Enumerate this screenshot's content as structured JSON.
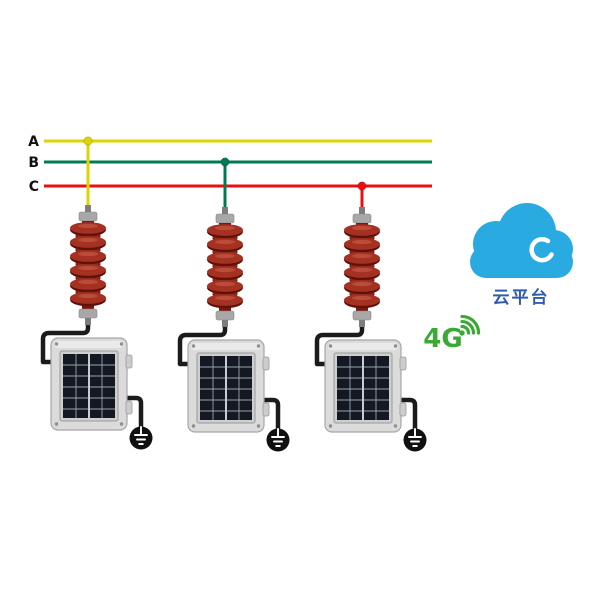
{
  "phases": [
    {
      "label": "A",
      "color": "#ddd400"
    },
    {
      "label": "B",
      "color": "#007a55"
    },
    {
      "label": "C",
      "color": "#e81111"
    }
  ],
  "cloud": {
    "label": "云平台"
  },
  "network": {
    "label": "4G"
  },
  "palette": {
    "cable": "#1b1b1b",
    "metal": "#a8a8a8",
    "arrester_core": "#7c190f",
    "shed_main": "#a43122",
    "shed_mid": "#8f2718",
    "shed_dark": "#5e120a",
    "box_fill": "#dbdbdb",
    "box_edge": "#a6a6a6",
    "panel_frame": "#cfcfcf",
    "panel_dark": "#131823",
    "panel_grid": "#9aa3ae",
    "ground": "#101010",
    "cloud": "#29abe2",
    "cloud_label": "#2f5bb0",
    "g4": "#3aaa35"
  }
}
